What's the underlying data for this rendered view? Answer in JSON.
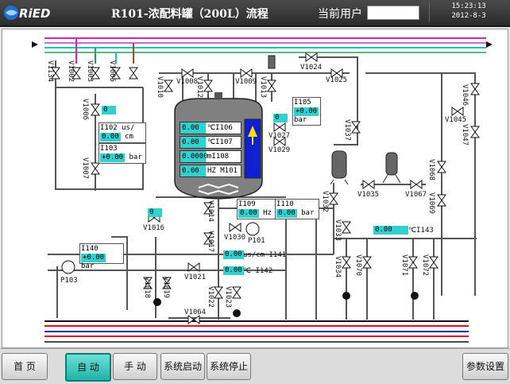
{
  "header": {
    "logo_text": "RiED",
    "title": "R101-浓配料罐（200L）流程",
    "user_label": "当前用户",
    "user_value": "",
    "time": "15:23:13",
    "date": "2012-8-3"
  },
  "valves": [
    "V1134",
    "V1002",
    "V1003",
    "V1005",
    "V1006",
    "V1007",
    "V1010",
    "V1008",
    "V1012",
    "V1009",
    "V1013",
    "V1024",
    "V1025",
    "V1027",
    "V1029",
    "V1037",
    "V1032",
    "V1033",
    "V1034",
    "V1035",
    "V1067",
    "V1045",
    "V1046",
    "V1047",
    "V1068",
    "V1069",
    "V1070",
    "V1071",
    "V1072",
    "V1014",
    "V1017",
    "V1016",
    "V1030",
    "V1021",
    "V1018",
    "V1019",
    "V1022",
    "V1023",
    "V1064"
  ],
  "instruments": {
    "i102_tag": "I102",
    "i102_unit1": "us/",
    "i102_val": "0.00",
    "i102_unit2": "cm",
    "i103_tag": "I103",
    "i103_val": "+0.00",
    "i103_unit": "bar",
    "i105_tag": "I105",
    "i105_val": "+0.00",
    "i105_unit": "bar",
    "i106_val": "0.00",
    "i106_label": "℃I106",
    "i107_val": "0.00",
    "i107_label": "℃I107",
    "i108_val": "0.0000",
    "i108_label": "mI108",
    "m101_val": "0.00",
    "m101_label": "HZ M101",
    "i109_tag": "I109",
    "i109_val": "0.00",
    "i109_unit": "Hz",
    "i110_tag": "I110",
    "i110_val": "0.00",
    "i110_unit": "bar",
    "i140_tag": "I140",
    "i140_val": "+0.00",
    "i140_unit": "bar",
    "i141_val": "0.00",
    "i141_label": "us/cm I141",
    "i142_val": "0.00",
    "i142_label": "℃ I142",
    "i143_val": "0.00",
    "i143_label": "℃I143",
    "v1006_val": "0",
    "v1027_val": "0",
    "v1016_val": "0"
  },
  "pumps": [
    "P101",
    "P103"
  ],
  "colors": {
    "teal": "#33d0d0",
    "magenta": "#d020d0",
    "green": "#20a060",
    "cyan": "#20c0c0",
    "brown": "#a05020",
    "red": "#e01010",
    "blue": "#1030c0",
    "level": "#1020d0"
  },
  "footer": {
    "home": "首  页",
    "auto": "自  动",
    "manual": "手  动",
    "sys_start": "系统启动",
    "sys_stop": "系统停止",
    "params": "参数设置"
  }
}
